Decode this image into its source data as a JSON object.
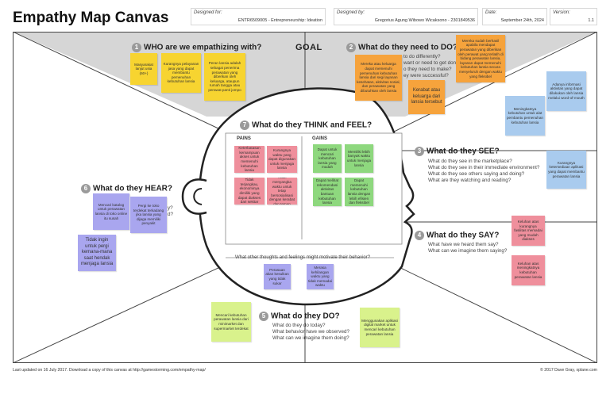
{
  "header": {
    "title": "Empathy Map Canvas",
    "designed_for_label": "Designed for:",
    "designed_for": "ENTR6509005 - Entrepreneurship: Ideation",
    "designed_by_label": "Designed by:",
    "designed_by": "Gregorius Agung Wibowo Wicaksono - 2301849536",
    "date_label": "Date:",
    "date": "September 24th, 2024",
    "version_label": "Version:",
    "version": "1.1"
  },
  "goal_label": "GOAL",
  "sections": {
    "who": {
      "num": "1",
      "title": "WHO are we empathizing with?"
    },
    "do_need": {
      "num": "2",
      "title": "What do they need to DO?",
      "lines": [
        "to do differently?",
        "want or need to get done?",
        "o they need to make?",
        "ey were successful?"
      ]
    },
    "see": {
      "num": "3",
      "title": "What do they SEE?",
      "lines": [
        "What do they see in the marketplace?",
        "What do they see in their immediate environment?",
        "What do they see others saying and doing?",
        "What are they watching and reading?"
      ]
    },
    "say": {
      "num": "4",
      "title": "What do they SAY?",
      "lines": [
        "What have we heard them say?",
        "What can we imagine them saying?"
      ]
    },
    "do": {
      "num": "5",
      "title": "What do they DO?",
      "lines": [
        "What do they do today?",
        "What behavior have we observed?",
        "What can we imagine them doing?"
      ]
    },
    "hear": {
      "num": "6",
      "title": "What do they HEAR?",
      "tail": [
        "y?",
        "d?"
      ]
    },
    "think": {
      "num": "7",
      "title": "What do they THINK and FEEL?",
      "pains": "PAINS",
      "gains": "GAINS",
      "other": "What other thoughts and feelings might motivate their behavior?"
    }
  },
  "notes": {
    "who": [
      "Masyarakat lanjut usia (60+)",
      "Kurangnya pelayanan jasa yang dapat membantu pemenuhan kebutuhan lansia",
      "Peran lansia adalah sebagai penerima perawatan yang diberikan oleh keluarga, ataupun rumah tangga atau perawat panti jompo"
    ],
    "do_need": [
      "Mereka atau keluarga dapat memenuhi pemenuhan kebutuhan lansia dari segi layanan kesehatan, aktivitas sosial, dan perawatan yang dibutuhkan oleh lansia",
      "Kerabat atau keluarga dari lansia tersebut",
      "Mereka sudah berhasil apabila mendapat perawatan yang diberikan oleh perawat yang terlatih di bidang perawatan lansia, layanan dapat memenuhi kebutuhan lansia secara menyeluruh dengan waktu yang fleksibel"
    ],
    "see": [
      "Adanya informasi aktivitas yang dapat dilakukan oleh lansia melalui word-of-mouth",
      "Meningkatnya kebutuhan untuk alat pembantu pemenuhan kebutuhan lansia",
      "Kurangnya ketersediaan aplikasi yang dapat membantu perawatan lansia"
    ],
    "say": [
      "Keluhan atas kurangnya fasilitas memadai yang mudah diakses",
      "Keluhan atas meningkatnya kebutuhan perawatan lansia"
    ],
    "do": [
      "Mencari kebutuhan perawatan lansia dari minimarket dan supermarket terdekat",
      "Menggunakan aplikasi digital market untuk mencari kebutuhan perawatan lansia"
    ],
    "hear": [
      "Mencari katalog untuk perawatan lansia di toko online itu susah",
      "Pergi ke toko terdekat terkadang jika lansia yang dijaga memiliki penyakit",
      "Tidak ingin untuk pergi kemana-mana saat hendak menjaga lansia"
    ],
    "pains": [
      "Keterbatasan kemampuan akses untuk memenuhi kebutuhan lansia",
      "Kurangnya waktu yang dapat digunakan untuk menjaga lansia",
      "Tidak terjangkau, ekonominya dimiliki yang dapat diakses dari sekitar",
      "Tidak menyangka waktu untuk tetap bersosialisasi dengan kerabat dan teman"
    ],
    "gains": [
      "Dapat untuk mencari kebutuhan lansia yang mudah",
      "Memiliki lebih banyak waktu untuk menjaga lansia",
      "Dapat melihat rekomendasi aktivitas bantuan kebutuhan lansia",
      "Dapat memenuhi kebutuhan lansia dengan lebih efisien dan fleksibel"
    ],
    "other": [
      "Perasaan akan kesulitan yang tidak sukar",
      "Merasa kehilangan waktu yang tidak memadai waktu"
    ]
  },
  "footer": {
    "left": "Last updated on 16 July 2017. Download a copy of this canvas at http://gamestorming.com/empathy-map/",
    "right": "© 2017 Dave Gray, xplane.com"
  },
  "colors": {
    "yellow": "#f7d430",
    "orange": "#f6a33c",
    "blue": "#a9cbee",
    "pink": "#ef8f9c",
    "green": "#8ed87e",
    "purple": "#a9a6ef",
    "lime": "#d9f28c",
    "goal_band": "#d6d6d6"
  }
}
